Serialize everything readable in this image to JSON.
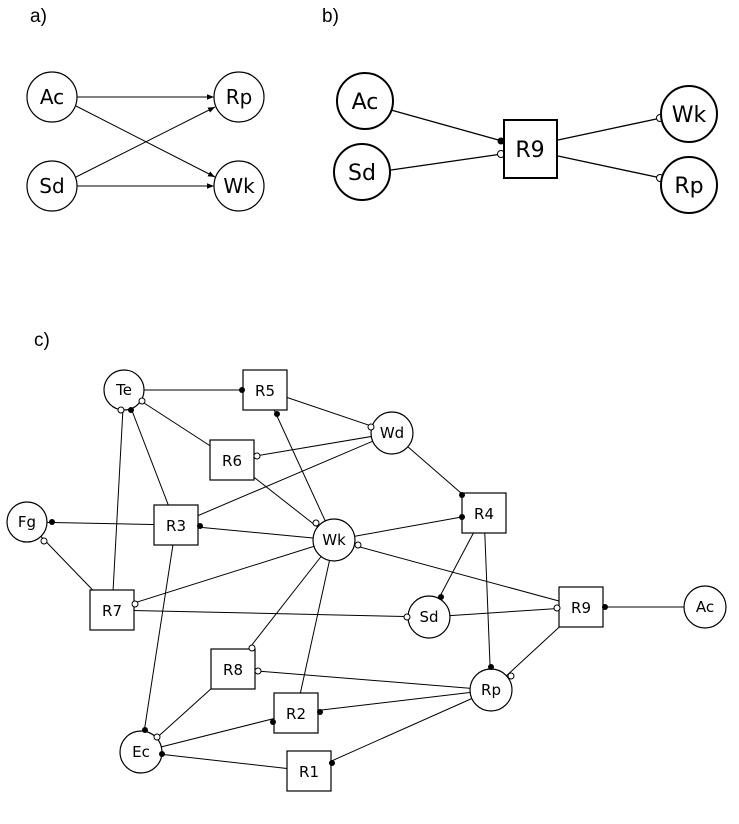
{
  "panels": {
    "a": {
      "label": "a)",
      "nodes": {
        "ac": "Ac",
        "sd": "Sd",
        "rp": "Rp",
        "wk": "Wk"
      }
    },
    "b": {
      "label": "b)",
      "nodes": {
        "ac": "Ac",
        "sd": "Sd",
        "r9": "R9",
        "wk": "Wk",
        "rp": "Rp"
      }
    },
    "c": {
      "label": "c)",
      "nodes": {
        "te": "Te",
        "r5": "R5",
        "wd": "Wd",
        "r6": "R6",
        "fg": "Fg",
        "r3": "R3",
        "wk": "Wk",
        "r4": "R4",
        "r7": "R7",
        "sd": "Sd",
        "r9": "R9",
        "ac": "Ac",
        "r8": "R8",
        "rp": "Rp",
        "r2": "R2",
        "ec": "Ec",
        "r1": "R1"
      }
    }
  }
}
